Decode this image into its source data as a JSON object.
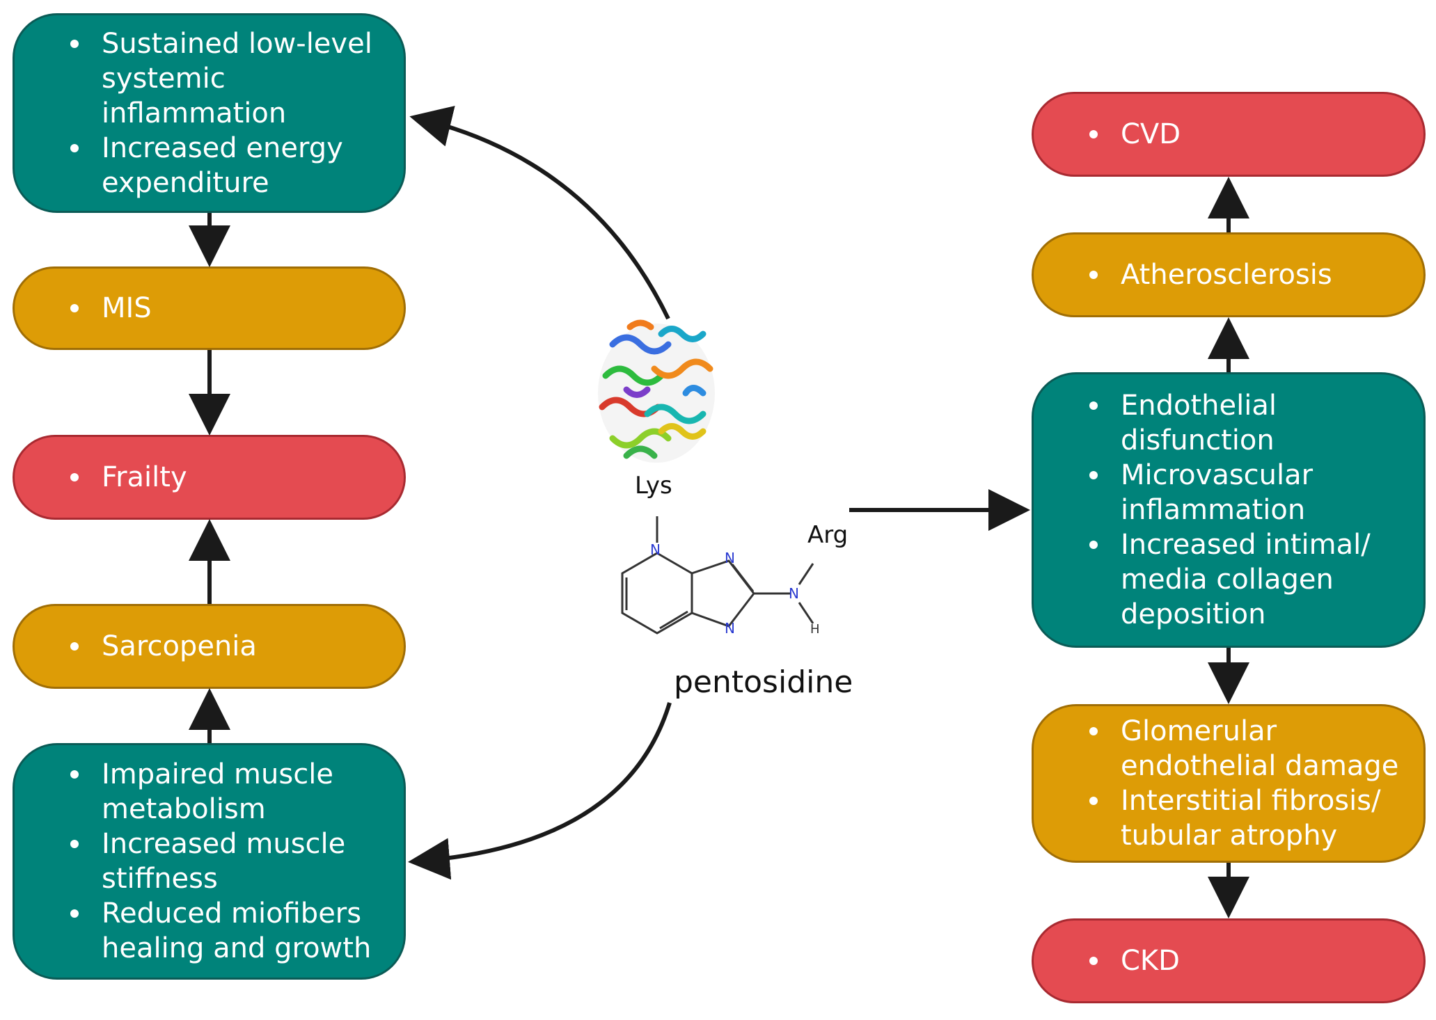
{
  "colors": {
    "teal": "#00837a",
    "orange": "#dd9c06",
    "red": "#e44b51",
    "arrow": "#1a1a1a"
  },
  "left": {
    "inflammation": [
      "Sustained low-level systemic inflammation",
      "Increased energy expenditure"
    ],
    "mis": [
      "MIS"
    ],
    "frailty": [
      "Frailty"
    ],
    "sarcopenia": [
      "Sarcopenia"
    ],
    "muscle": [
      "Impaired muscle metabolism",
      "Increased muscle stiffness",
      "Reduced miofibers healing and growth"
    ]
  },
  "right": {
    "cvd": [
      "CVD"
    ],
    "atherosclerosis": [
      "Atherosclerosis"
    ],
    "endothelial": [
      "Endothelial disfunction",
      "Microvascular inflammation",
      "Increased intimal/ media collagen deposition"
    ],
    "glomerular": [
      "Glomerular endothelial damage",
      "Interstitial fibrosis/ tubular atrophy"
    ],
    "ckd": [
      "CKD"
    ]
  },
  "center": {
    "lys_label": "Lys",
    "arg_label": "Arg",
    "n_label": "N",
    "h_label": "H",
    "molecule_name": "pentosidine",
    "protein_icon": "protein-ribbon-icon"
  }
}
